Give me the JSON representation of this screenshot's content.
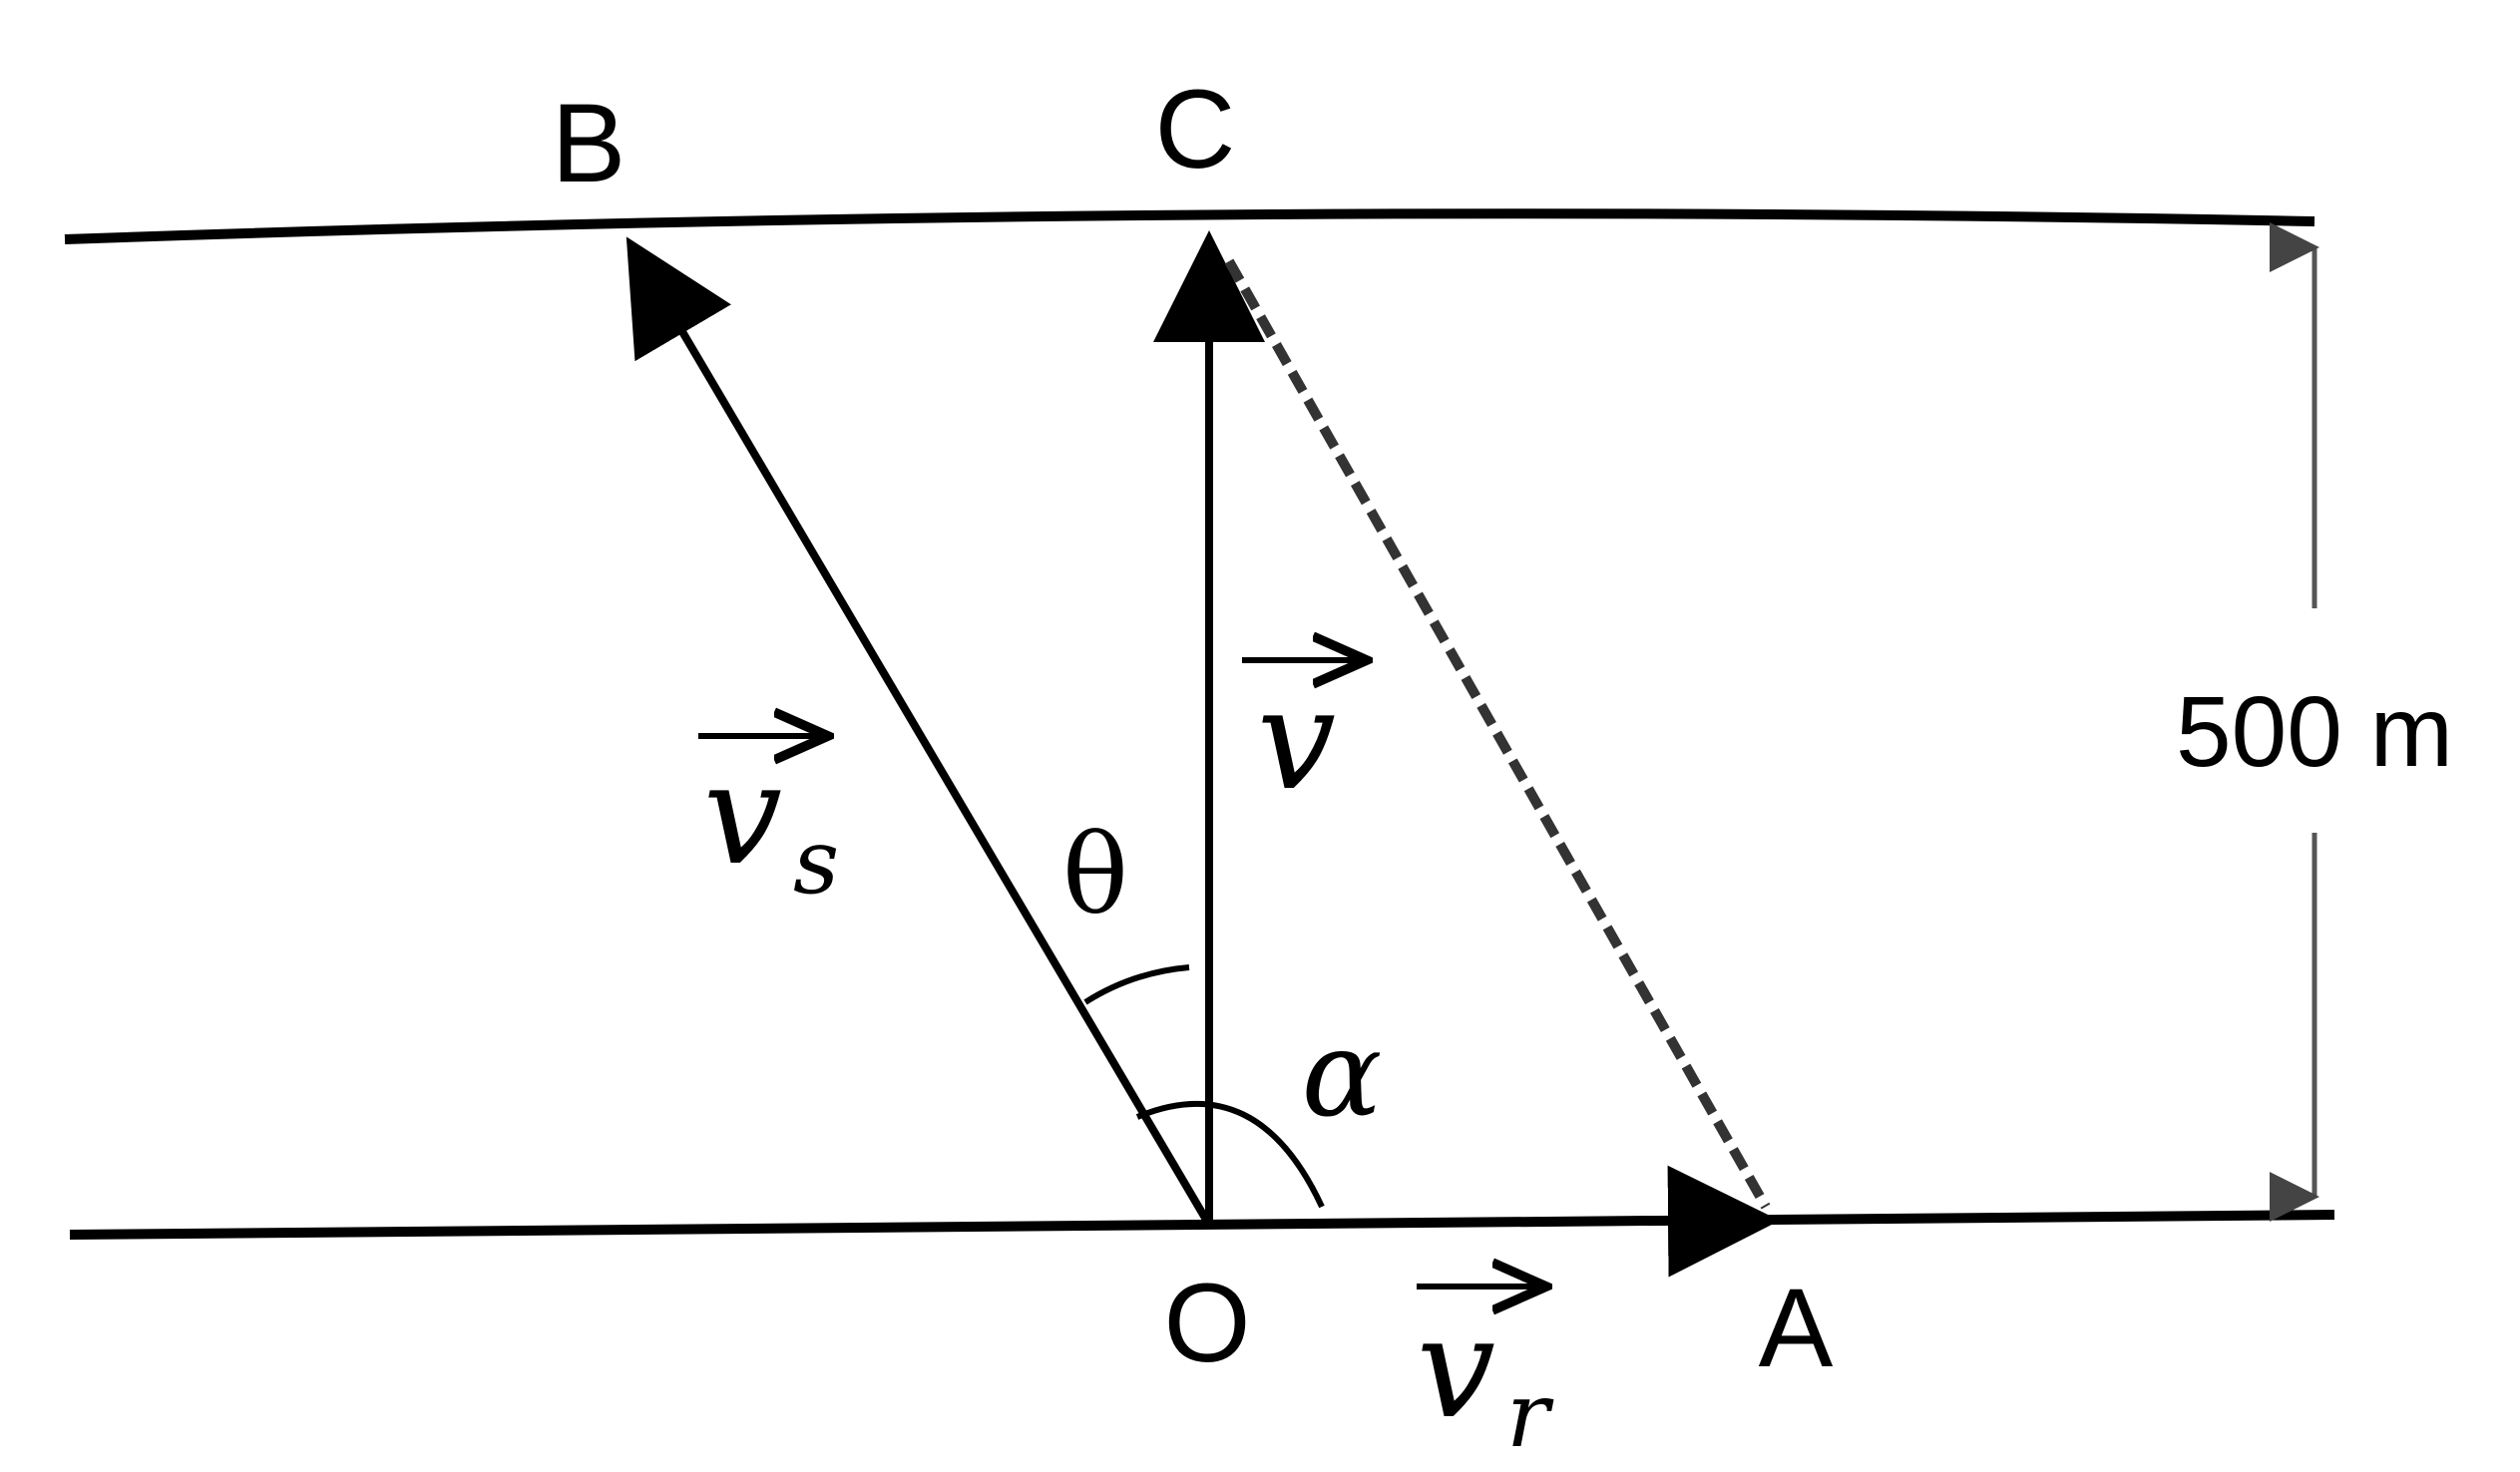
{
  "points": {
    "B": "B",
    "C": "C",
    "O": "O",
    "A": "A"
  },
  "vectors": {
    "vs": {
      "symbol": "v",
      "subscript": "s"
    },
    "v": {
      "symbol": "v",
      "subscript": ""
    },
    "vr": {
      "symbol": "v",
      "subscript": "r"
    }
  },
  "angles": {
    "theta": "θ",
    "alpha": "α"
  },
  "dimension": {
    "width_label": "500 m"
  },
  "colors": {
    "ink": "#000000",
    "dashed": "#333333",
    "background": "#ffffff"
  }
}
